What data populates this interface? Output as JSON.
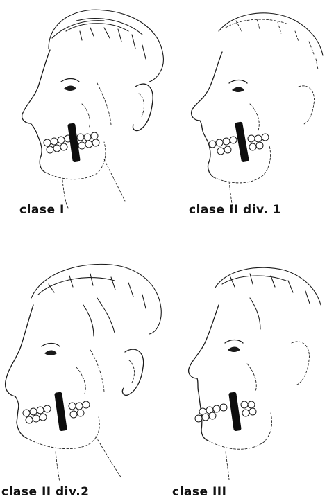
{
  "captions": {
    "class1": "clase I",
    "class2_div1": "clase II div. 1",
    "class2_div2": "clase II div.2",
    "class3": "clase III"
  },
  "colors": {
    "ink": "#1a1a1a",
    "background": "#ffffff"
  },
  "icons": {
    "illustration": "face-profile-sketch",
    "occlusion_marker": "black-vertical-bar"
  }
}
